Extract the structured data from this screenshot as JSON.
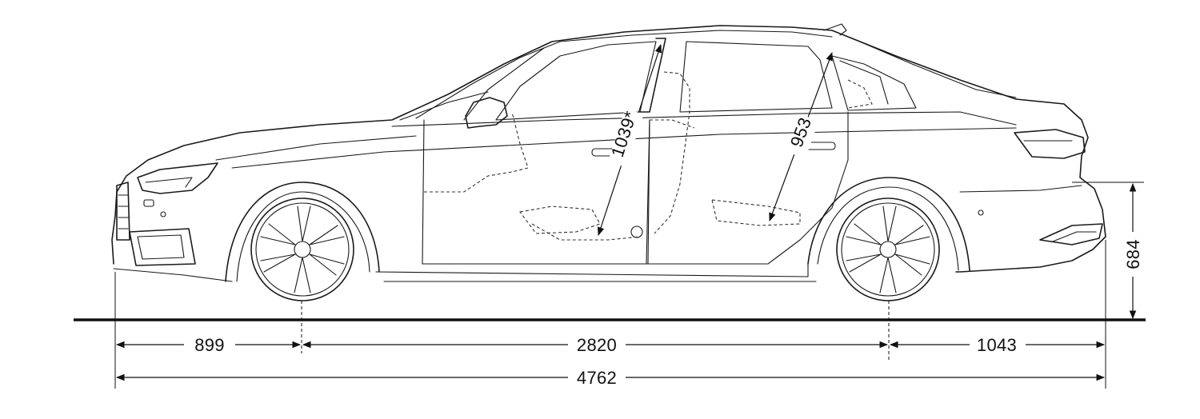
{
  "diagram": {
    "subject": "side-view-sedan-dimensions",
    "units": "mm",
    "dimensions": {
      "front_overhang": "899",
      "wheelbase": "2820",
      "rear_overhang": "1043",
      "overall_length": "4762",
      "rear_height": "684",
      "front_headroom": "1039*",
      "rear_headroom": "953"
    }
  }
}
